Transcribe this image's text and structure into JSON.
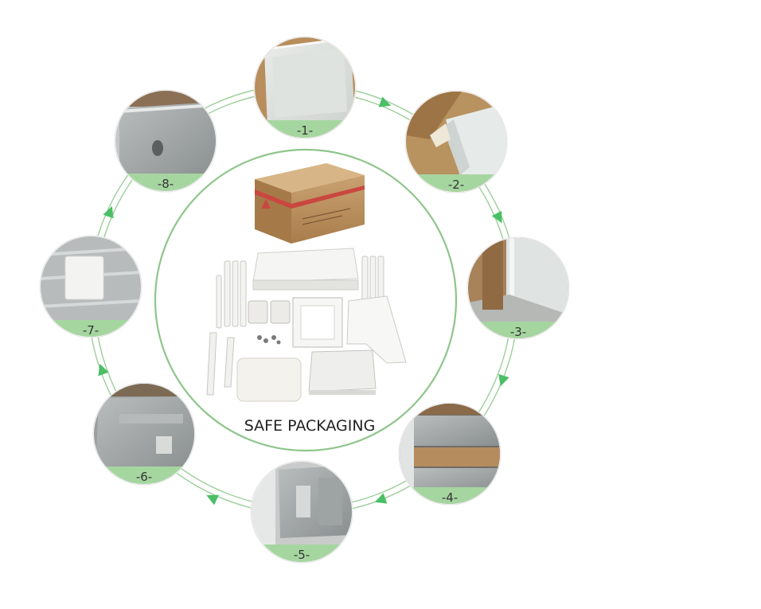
{
  "center": {
    "title": "SAFE PACKAGING"
  },
  "steps": [
    {
      "label": "-1-",
      "scene": "panel-wrapped"
    },
    {
      "label": "-2-",
      "scene": "corner-in-box"
    },
    {
      "label": "-3-",
      "scene": "panel-edge-in-box"
    },
    {
      "label": "-4-",
      "scene": "wrapped-parts-on-board"
    },
    {
      "label": "-5-",
      "scene": "wrapped-parts-close"
    },
    {
      "label": "-6-",
      "scene": "bubble-wrapped-parts"
    },
    {
      "label": "-7-",
      "scene": "foam-block-on-film"
    },
    {
      "label": "-8-",
      "scene": "wrapped-rail"
    }
  ],
  "colors": {
    "ring": "#9dcf9a",
    "arrow": "#4bbf66",
    "label_band": "#a6d6a0",
    "cardboard": "#b88e5c",
    "box_tape": "#c9473f"
  }
}
